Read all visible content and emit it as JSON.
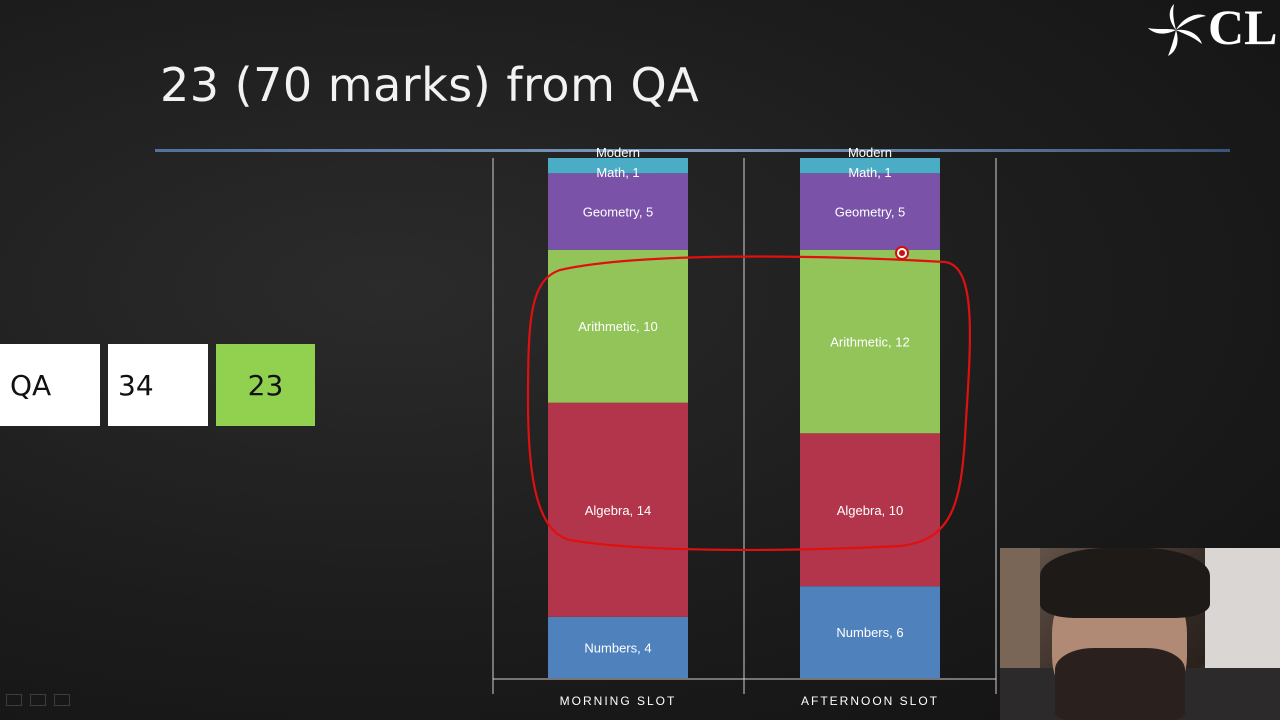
{
  "slide": {
    "title": "23 (70 marks) from QA"
  },
  "logo": {
    "text": "CL",
    "icon": "swirl-logo-icon"
  },
  "score_boxes": {
    "section": "QA",
    "total": "34",
    "target": "23",
    "colors": {
      "box_bg": "#ffffff",
      "target_bg": "#92d050"
    }
  },
  "chart_data": {
    "type": "bar",
    "stacked": true,
    "categories": [
      "MORNING SLOT",
      "AFTERNOON SLOT"
    ],
    "series": [
      {
        "name": "Numbers",
        "values": [
          4,
          6
        ],
        "color": "#4f81bd"
      },
      {
        "name": "Algebra",
        "values": [
          14,
          10
        ],
        "color": "#b3354b"
      },
      {
        "name": "Arithmetic",
        "values": [
          10,
          12
        ],
        "color": "#92c45a"
      },
      {
        "name": "Geometry",
        "values": [
          5,
          5
        ],
        "color": "#7a52a8"
      },
      {
        "name": "Modern Math",
        "values": [
          1,
          1
        ],
        "color": "#4bacc6"
      }
    ],
    "segment_labels": [
      [
        "Numbers, 4",
        "Algebra, 14",
        "Arithmetic, 10",
        "Geometry, 5",
        "Modern Math, 1"
      ],
      [
        "Numbers, 6",
        "Algebra, 10",
        "Arithmetic, 12",
        "Geometry, 5",
        "Modern Math, 1"
      ]
    ],
    "xlabel": "",
    "ylabel": "",
    "ylim": [
      0,
      34
    ],
    "grid": false,
    "legend": "none",
    "annotation": "red freehand ellipse around Arithmetic and Algebra segments"
  },
  "webcam": {
    "icon": "presenter-webcam"
  }
}
